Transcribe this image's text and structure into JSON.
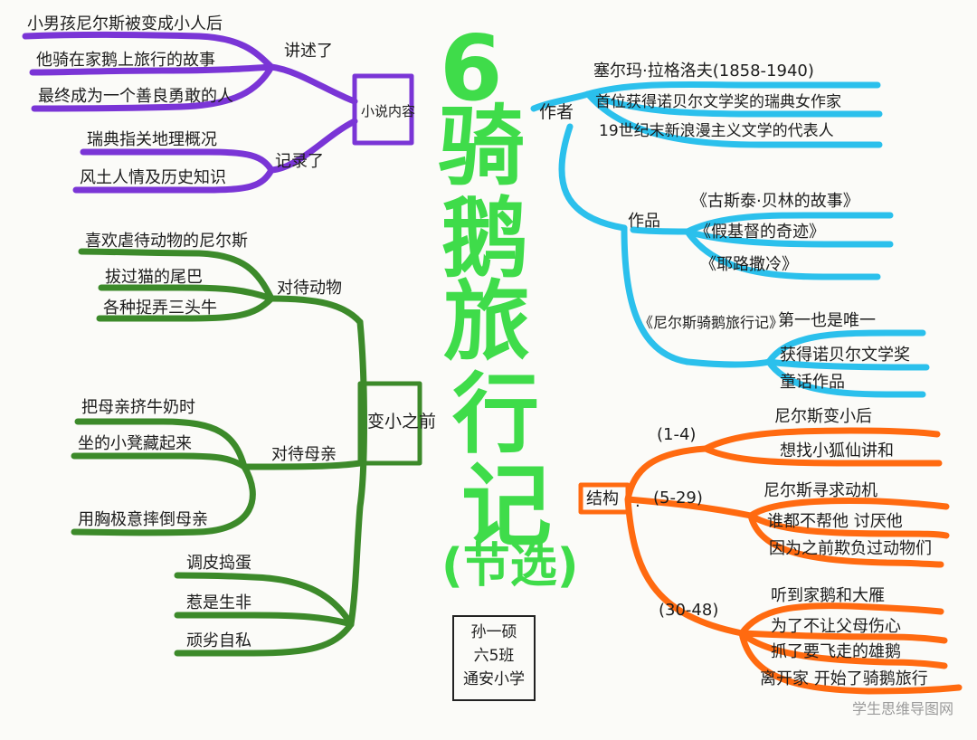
{
  "title": {
    "number": "6",
    "chars": [
      "骑",
      "鹅",
      "旅",
      "行",
      "记"
    ],
    "subtitle": "(节选)",
    "color": "#3fdc4a"
  },
  "colors": {
    "purple": "#7a35d6",
    "cyan": "#2bc0ec",
    "green": "#3c8a2a",
    "orange": "#ff6a10"
  },
  "content_branch": {
    "label": "小说内容",
    "narrated": {
      "label": "讲述了",
      "items": [
        "小男孩尼尔斯被变成小人后",
        "他骑在家鹅上旅行的故事",
        "最终成为一个善良勇敢的人"
      ]
    },
    "recorded": {
      "label": "记录了",
      "items": [
        "瑞典指关地理概况",
        "风土人情及历史知识"
      ]
    }
  },
  "before_branch": {
    "label": "变小之前",
    "animals": {
      "label": "对待动物",
      "items": [
        "喜欢虐待动物的尼尔斯",
        "拔过猫的尾巴",
        "各种捉弄三头牛"
      ]
    },
    "mother": {
      "label": "对待母亲",
      "items": [
        "把母亲挤牛奶时",
        "坐的小凳藏起来",
        "用胸极意摔倒母亲"
      ]
    },
    "traits": [
      "调皮捣蛋",
      "惹是生非",
      "顽劣自私"
    ]
  },
  "author_branch": {
    "label": "作者",
    "items": [
      "塞尔玛·拉格洛夫(1858-1940)",
      "首位获得诺贝尔文学奖的瑞典女作家",
      "19世纪末新浪漫主义文学的代表人"
    ],
    "works": {
      "label": "作品",
      "items": [
        "《古斯泰·贝林的故事》",
        "《假基督的奇迹》",
        "《耶路撒冷》"
      ]
    },
    "nils": {
      "label": "《尼尔斯骑鹅旅行记》",
      "items": [
        "第一也是唯一",
        "获得诺贝尔文学奖",
        "童话作品"
      ]
    }
  },
  "structure_branch": {
    "label": "结构",
    "dot": ".",
    "parts": [
      {
        "range": "(1-4)",
        "items": [
          "尼尔斯变小后",
          "想找小狐仙讲和"
        ]
      },
      {
        "range": "(5-29)",
        "items": [
          "尼尔斯寻求动机",
          "谁都不帮他 讨厌他",
          "因为之前欺负过动物们"
        ]
      },
      {
        "range": "(30-48)",
        "items": [
          "听到家鹅和大雁",
          "为了不让父母伤心",
          "抓了要飞走的雄鹅",
          "离开家 开始了骑鹅旅行"
        ]
      }
    ]
  },
  "signature": {
    "lines": [
      "孙一硕",
      "六5班",
      "通安小学"
    ]
  },
  "watermark": "学生思维导图网"
}
